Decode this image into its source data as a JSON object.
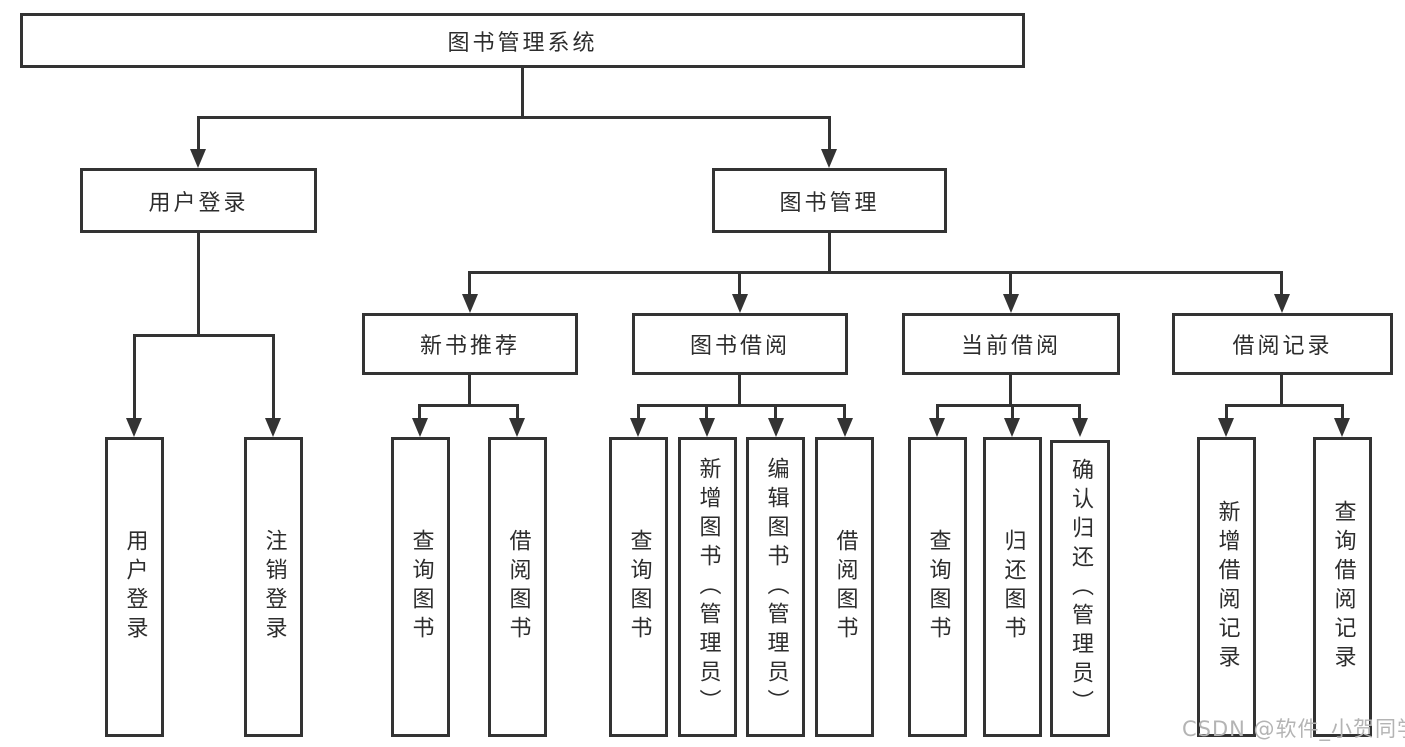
{
  "diagram_title": "图书管理系统",
  "nodes": {
    "root": "图书管理系统",
    "login": "用户登录",
    "manage": "图书管理",
    "recommend": "新书推荐",
    "borrow": "图书借阅",
    "current": "当前借阅",
    "record": "借阅记录",
    "leaf_login_user": "用户登录",
    "leaf_login_logout": "注销登录",
    "leaf_rec_query": "查询图书",
    "leaf_rec_borrow": "借阅图书",
    "leaf_bor_query": "查询图书",
    "leaf_bor_add": "新增图书（管理员）",
    "leaf_bor_edit": "编辑图书（管理员）",
    "leaf_bor_borrow": "借阅图书",
    "leaf_cur_query": "查询图书",
    "leaf_cur_return": "归还图书",
    "leaf_cur_confirm": "确认归还（管理员）",
    "leaf_record_add": "新增借阅记录",
    "leaf_record_query": "查询借阅记录"
  },
  "watermark": "CSDN @软件_小贺同学",
  "colors": {
    "background": "#ffffff",
    "line": "#333333",
    "text": "#2d2d2d",
    "watermark": "#b4b4b4"
  }
}
